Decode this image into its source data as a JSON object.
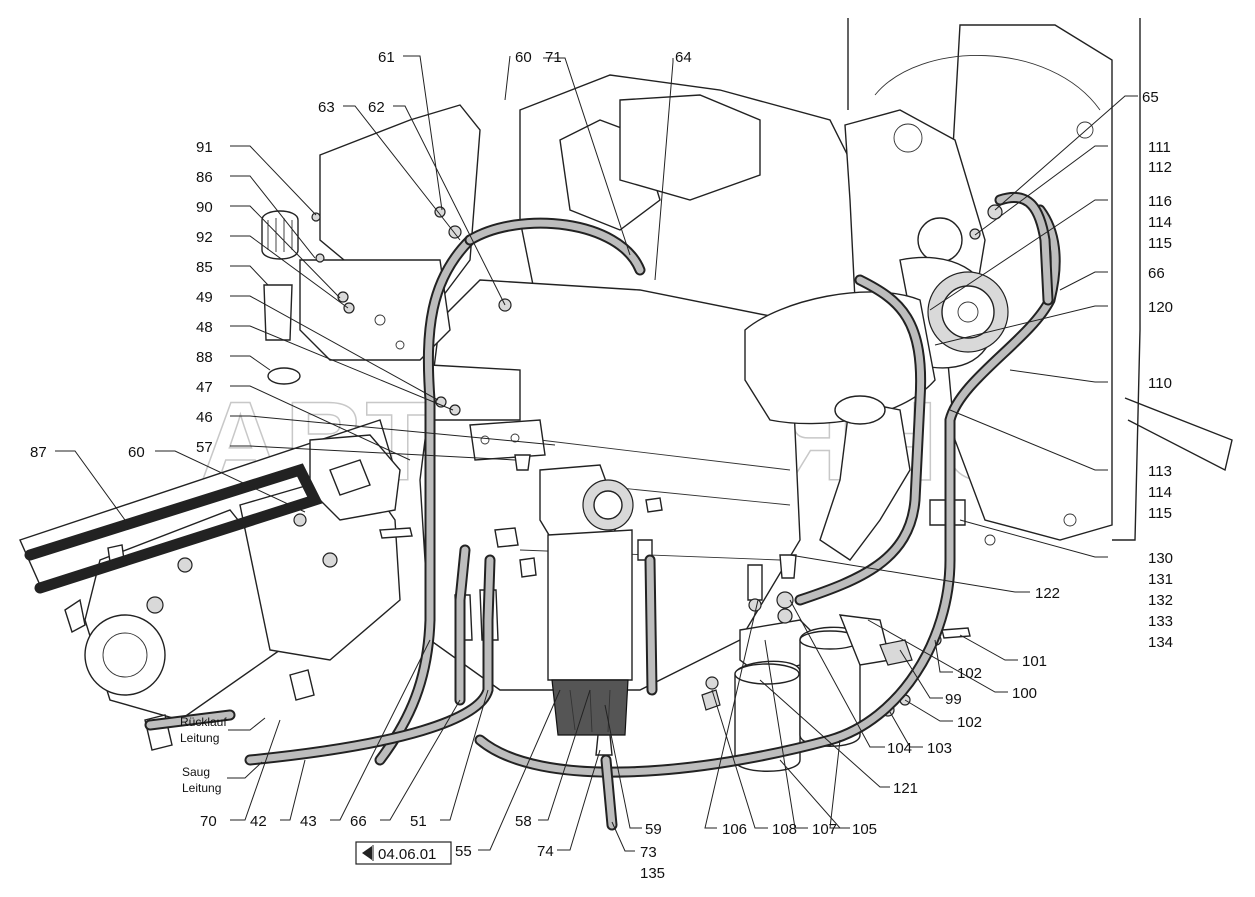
{
  "watermark": "АВТОАЛЬЯНС",
  "page_ref": "04.06.01",
  "hose_labels": {
    "return_line": [
      "Rücklauf",
      "Leitung"
    ],
    "suction_line": [
      "Saug",
      "Leitung"
    ]
  },
  "callouts": [
    {
      "id": "c61",
      "text": "61"
    },
    {
      "id": "c60a",
      "text": "60"
    },
    {
      "id": "c71",
      "text": "71"
    },
    {
      "id": "c64",
      "text": "64"
    },
    {
      "id": "c63",
      "text": "63"
    },
    {
      "id": "c62",
      "text": "62"
    },
    {
      "id": "c65",
      "text": "65"
    },
    {
      "id": "c91",
      "text": "91"
    },
    {
      "id": "c86",
      "text": "86"
    },
    {
      "id": "c90",
      "text": "90"
    },
    {
      "id": "c92",
      "text": "92"
    },
    {
      "id": "c85",
      "text": "85"
    },
    {
      "id": "c49",
      "text": "49"
    },
    {
      "id": "c48",
      "text": "48"
    },
    {
      "id": "c88",
      "text": "88"
    },
    {
      "id": "c47",
      "text": "47"
    },
    {
      "id": "c46",
      "text": "46"
    },
    {
      "id": "c87",
      "text": "87"
    },
    {
      "id": "c60b",
      "text": "60"
    },
    {
      "id": "c57",
      "text": "57"
    },
    {
      "id": "c111",
      "text": "111"
    },
    {
      "id": "c112",
      "text": "112"
    },
    {
      "id": "c116",
      "text": "116"
    },
    {
      "id": "c114a",
      "text": "114"
    },
    {
      "id": "c115a",
      "text": "115"
    },
    {
      "id": "c66a",
      "text": "66"
    },
    {
      "id": "c120",
      "text": "120"
    },
    {
      "id": "c110",
      "text": "110"
    },
    {
      "id": "c113",
      "text": "113"
    },
    {
      "id": "c114b",
      "text": "114"
    },
    {
      "id": "c115b",
      "text": "115"
    },
    {
      "id": "c130",
      "text": "130"
    },
    {
      "id": "c131",
      "text": "131"
    },
    {
      "id": "c122",
      "text": "122"
    },
    {
      "id": "c132",
      "text": "132"
    },
    {
      "id": "c133",
      "text": "133"
    },
    {
      "id": "c134",
      "text": "134"
    },
    {
      "id": "c101",
      "text": "101"
    },
    {
      "id": "c102a",
      "text": "102"
    },
    {
      "id": "c99",
      "text": "99"
    },
    {
      "id": "c100",
      "text": "100"
    },
    {
      "id": "c102b",
      "text": "102"
    },
    {
      "id": "c104",
      "text": "104"
    },
    {
      "id": "c103",
      "text": "103"
    },
    {
      "id": "c121",
      "text": "121"
    },
    {
      "id": "c70",
      "text": "70"
    },
    {
      "id": "c42",
      "text": "42"
    },
    {
      "id": "c43",
      "text": "43"
    },
    {
      "id": "c66b",
      "text": "66"
    },
    {
      "id": "c51",
      "text": "51"
    },
    {
      "id": "c55",
      "text": "55"
    },
    {
      "id": "c58",
      "text": "58"
    },
    {
      "id": "c74",
      "text": "74"
    },
    {
      "id": "c59",
      "text": "59"
    },
    {
      "id": "c73",
      "text": "73"
    },
    {
      "id": "c135",
      "text": "135"
    },
    {
      "id": "c106",
      "text": "106"
    },
    {
      "id": "c108",
      "text": "108"
    },
    {
      "id": "c107",
      "text": "107"
    },
    {
      "id": "c105",
      "text": "105"
    }
  ]
}
